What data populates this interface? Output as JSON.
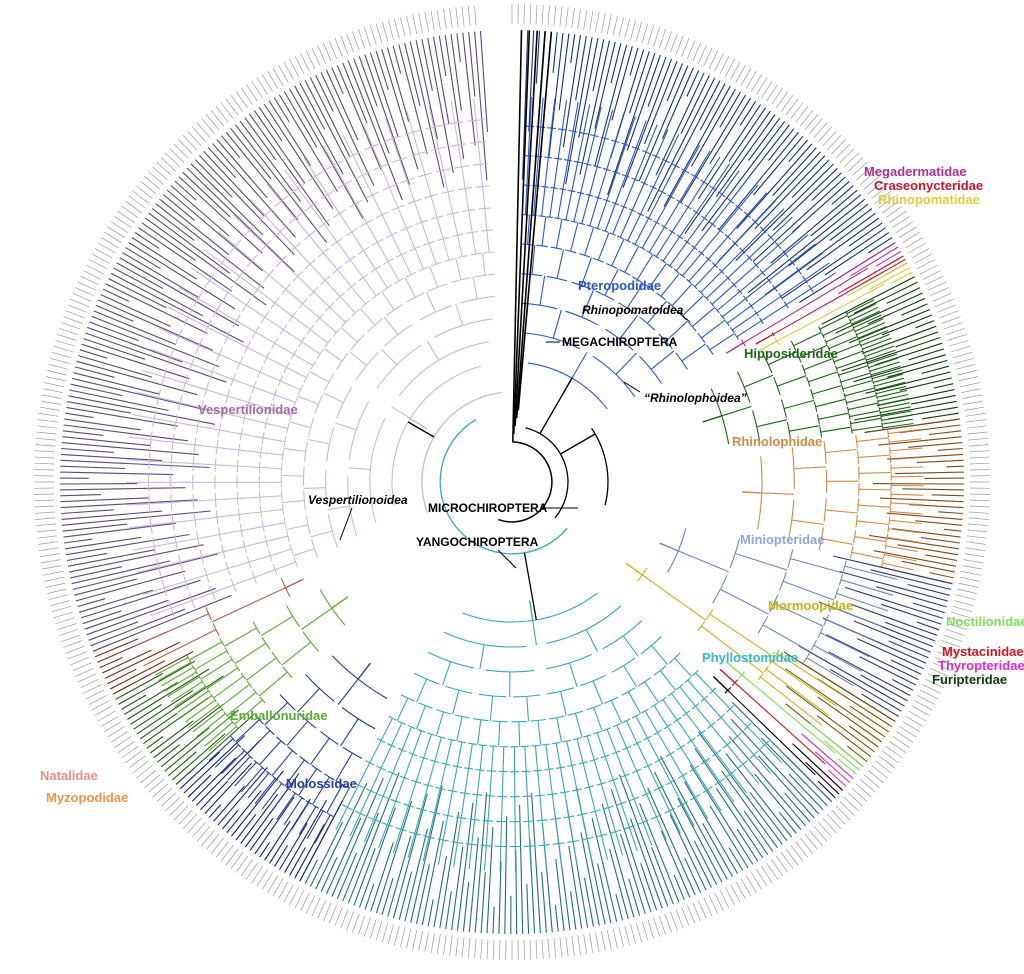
{
  "families": [
    {
      "key": "pteropodidae",
      "label": "Pteropodidae",
      "color": "#2b55c8"
    },
    {
      "key": "megadermatidae",
      "label": "Megadermatidae",
      "color": "#b0308f"
    },
    {
      "key": "craseonycteridae",
      "label": "Craseonycteridae",
      "color": "#c8142d"
    },
    {
      "key": "rhinopomatidae",
      "label": "Rhinopomatidae",
      "color": "#d8cf3c"
    },
    {
      "key": "hipposideridae",
      "label": "Hipposideridae",
      "color": "#1e6414"
    },
    {
      "key": "rhinolophidae",
      "label": "Rhinolophidae",
      "color": "#d08a4a"
    },
    {
      "key": "miniopteridae",
      "label": "Miniopteridae",
      "color": "#8fa6d6"
    },
    {
      "key": "mormoopidae",
      "label": "Mormoopidae",
      "color": "#c9b21a"
    },
    {
      "key": "noctilionidae",
      "label": "Noctilionidae",
      "color": "#7fe05a"
    },
    {
      "key": "mystacinidae",
      "label": "Mystacinidae",
      "color": "#d8141e"
    },
    {
      "key": "thyropteridae",
      "label": "Thyropteridae",
      "color": "#e02ad0"
    },
    {
      "key": "furipteridae",
      "label": "Furipteridae",
      "color": "#0e3a10"
    },
    {
      "key": "phyllostomidae",
      "label": "Phyllostomidae",
      "color": "#39b6cf"
    },
    {
      "key": "molossidae",
      "label": "Molossidae",
      "color": "#243f9a"
    },
    {
      "key": "emballonuridae",
      "label": "Emballonuridae",
      "color": "#5aaa32"
    },
    {
      "key": "natalidae",
      "label": "Natalidae",
      "color": "#e8907f"
    },
    {
      "key": "myzopodidae",
      "label": "Myzopodidae",
      "color": "#e8954a"
    },
    {
      "key": "vespertilionidae",
      "label": "Vespertilionidae",
      "color": "#a468a8"
    }
  ],
  "clades": {
    "megachiroptera": "MEGACHIROPTERA",
    "microchiroptera": "MICROCHIROPTERA",
    "yangochiroptera": "YANGOCHIROPTERA",
    "rhinopomatoidea": "Rhinopomatoidea",
    "rhinolophoidea": "“Rhinolophoidea”",
    "vespertilionoidea": "Vespertilionoidea"
  },
  "palette": {
    "vesp_branch": "#c9b8dc",
    "vesp_tip": "#5a4a78",
    "phyllo_branch": "#3aa7b6",
    "phyllo_tip": "#1f6f78",
    "mini_branch": "#6f86bd",
    "backbone": "#000000"
  }
}
